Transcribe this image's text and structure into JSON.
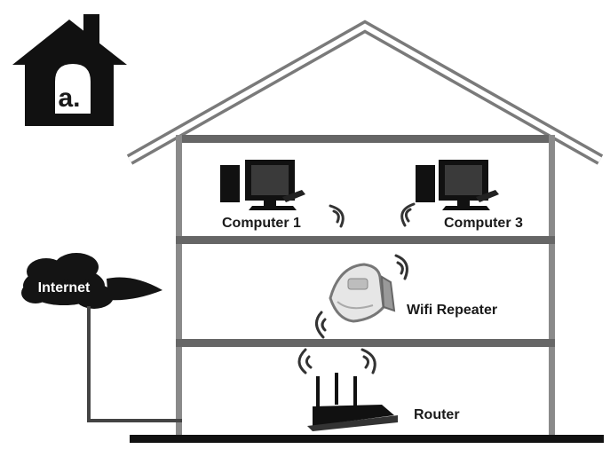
{
  "badge": {
    "text": "a."
  },
  "internet": {
    "label": "Internet"
  },
  "floors": {
    "top": {
      "left_label": "Computer 1",
      "right_label": "Computer 3"
    },
    "middle": {
      "label": "Wifi Repeater"
    },
    "bottom": {
      "label": "Router"
    }
  }
}
